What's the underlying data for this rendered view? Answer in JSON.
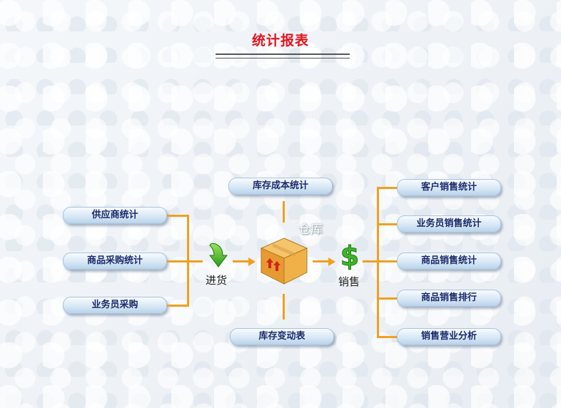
{
  "title": "统计报表",
  "purchase": {
    "items": [
      "供应商统计",
      "商品采购统计",
      "业务员采购"
    ],
    "label": "进货"
  },
  "warehouse": {
    "label": "仓库",
    "top_item": "库存成本统计",
    "bottom_item": "库存变动表"
  },
  "sales": {
    "label": "销售",
    "items": [
      "客户销售统计",
      "业务员销售统计",
      "商品销售统计",
      "商品销售排行",
      "销售营业分析"
    ]
  },
  "colors": {
    "title": "#e0141e",
    "connector": "#f0a020",
    "button_text": "#1d2b6b"
  },
  "icons": {
    "purchase": "green-down-arrow-icon",
    "warehouse": "cardboard-box-icon",
    "sales": "dollar-sign-icon"
  }
}
